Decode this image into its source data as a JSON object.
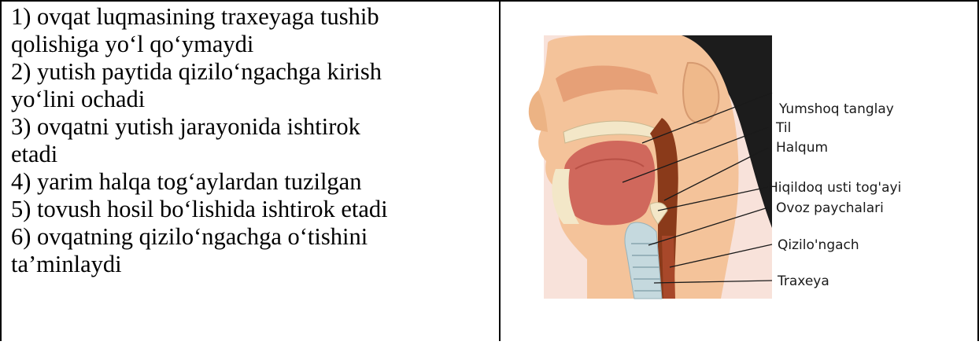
{
  "statements": [
    {
      "lines": [
        "1) ovqat luqmasining traxeyaga tushib",
        "qolishiga yo‘l qo‘ymaydi"
      ]
    },
    {
      "lines": [
        "2) yutish paytida qizilo‘ngachga kirish",
        "yo‘lini ochadi"
      ]
    },
    {
      "lines": [
        "3) ovqatni yutish jarayonida ishtirok",
        "etadi"
      ]
    },
    {
      "lines": [
        "4) yarim halqa tog‘aylardan tuzilgan"
      ]
    },
    {
      "lines": [
        "5) tovush hosil bo‘lishida ishtirok etadi"
      ]
    },
    {
      "lines": [
        "6) ovqatning qizilo‘ngachga o‘tishini",
        "ta’minlaydi"
      ]
    }
  ],
  "figure": {
    "labels": [
      "Yumshoq tanglay",
      "Til",
      "Halqum",
      "Hiqildoq usti tog'ayi",
      "Ovoz paychalari",
      "Qizilo'ngach",
      "Traxeya"
    ],
    "colors": {
      "background_panel": "#f8e2da",
      "skin": "#f4c39a",
      "hair": "#1c1c1c",
      "tongue": "#d0685c",
      "pharynx": "#8a3a1a",
      "cartilage": "#f3e7c8",
      "trachea": "#c5d9de"
    }
  }
}
